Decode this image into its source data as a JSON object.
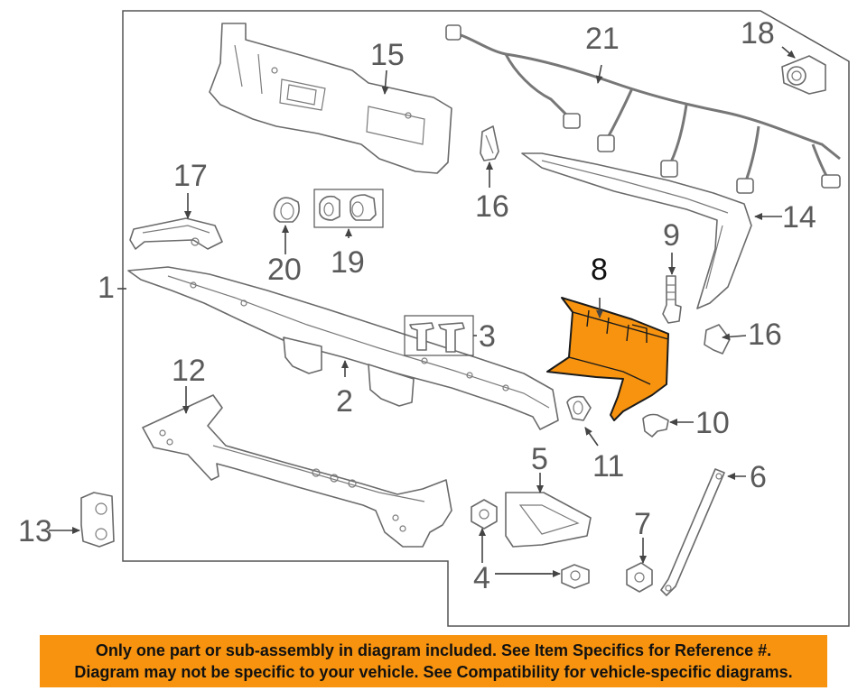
{
  "callouts": {
    "c1": "1",
    "c2": "2",
    "c3": "3",
    "c4": "4",
    "c5": "5",
    "c6": "6",
    "c7": "7",
    "c8": "8",
    "c9": "9",
    "c10": "10",
    "c11": "11",
    "c12": "12",
    "c13": "13",
    "c14": "14",
    "c15": "15",
    "c16a": "16",
    "c16b": "16",
    "c17": "17",
    "c18": "18",
    "c19": "19",
    "c20": "20",
    "c21": "21"
  },
  "highlighted_part": "8",
  "colors": {
    "highlight": "#f7930f",
    "line": "#6a6a6a",
    "notice_bg": "#f7930f"
  },
  "notice": {
    "line1": "Only one part or sub-assembly in diagram included. See Item Specifics for Reference #.",
    "line2": "Diagram may not be specific to your vehicle. See Compatibility for vehicle-specific diagrams."
  }
}
